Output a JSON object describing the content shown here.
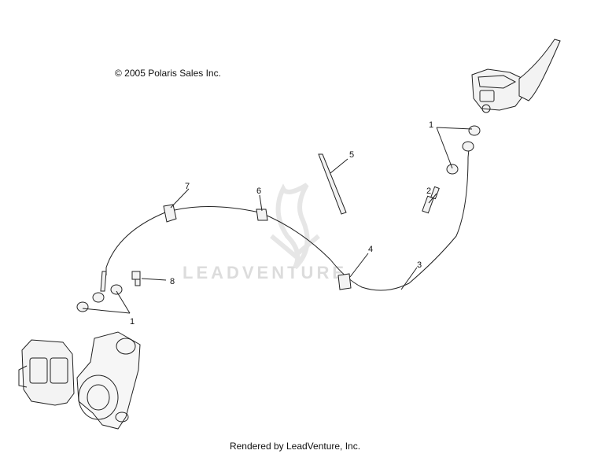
{
  "copyright": "© 2005 Polaris Sales Inc.",
  "footer": "Rendered by LeadVenture, Inc.",
  "watermark": "LEADVENTURE",
  "callouts": {
    "c1_top": "1",
    "c1_bottom": "1",
    "c2": "2",
    "c3": "3",
    "c4": "4",
    "c5": "5",
    "c6": "6",
    "c7": "7",
    "c8": "8"
  },
  "colors": {
    "line": "#222222",
    "watermark": "#dcdcdc"
  }
}
